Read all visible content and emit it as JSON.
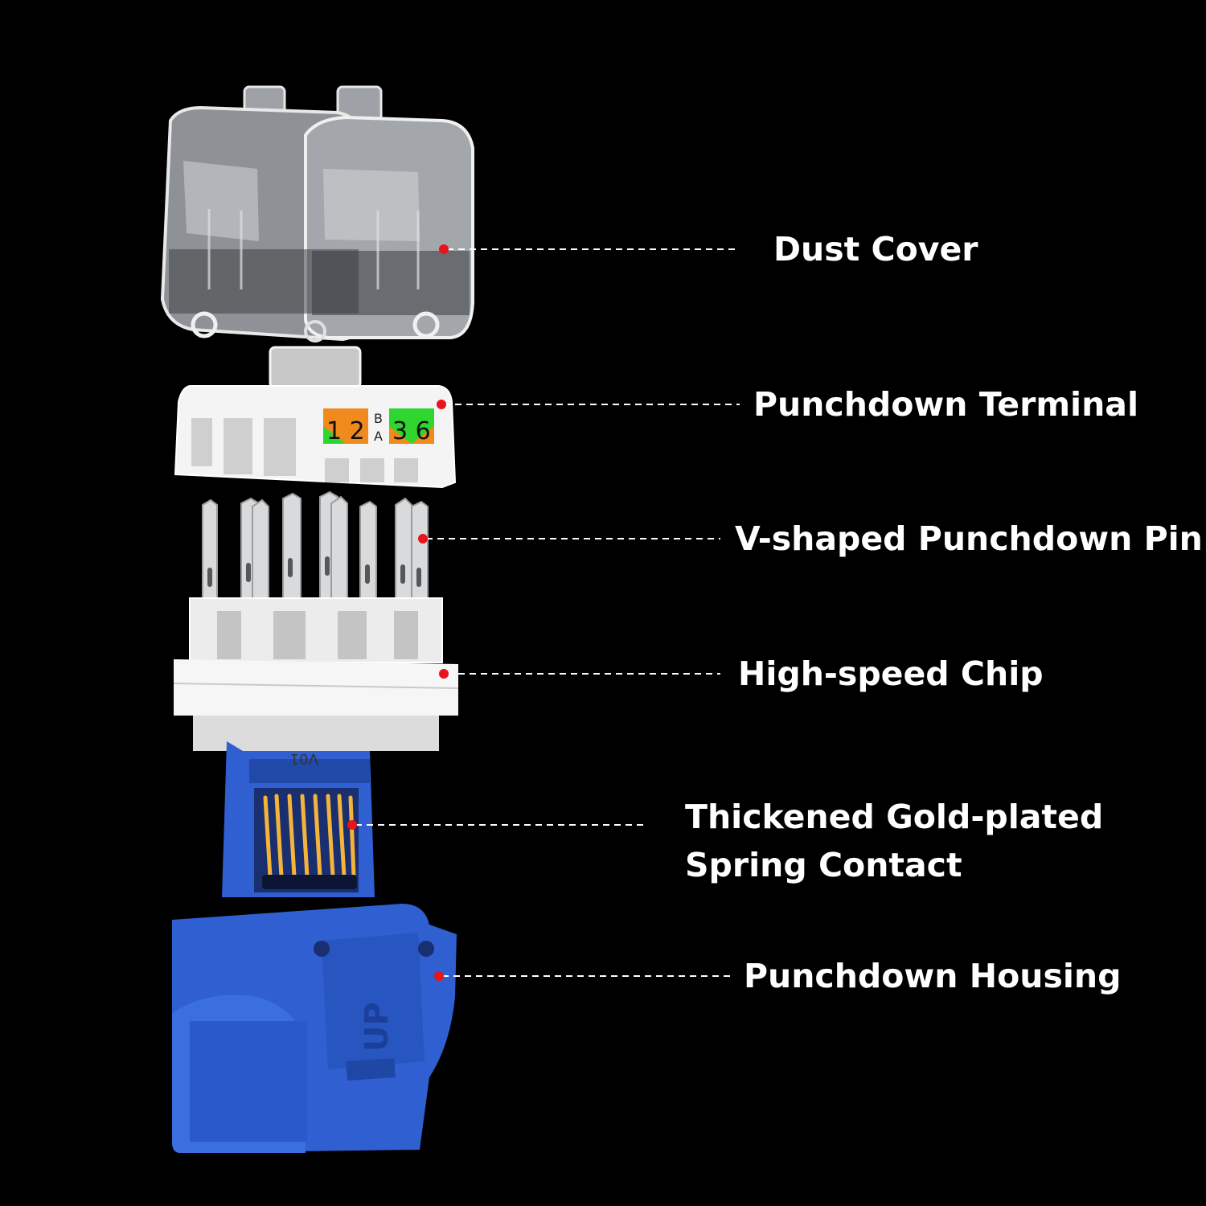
{
  "callouts": [
    {
      "id": "dust-cover",
      "label": "Dust Cover"
    },
    {
      "id": "punchdown-terminal",
      "label": "Punchdown Terminal"
    },
    {
      "id": "v-shaped-punchdown-pin",
      "label": "V-shaped Punchdown Pin"
    },
    {
      "id": "high-speed-chip",
      "label": "High-speed Chip"
    },
    {
      "id": "spring-contact",
      "label": "Thickened Gold-plated",
      "label_line2": "Spring Contact"
    },
    {
      "id": "punchdown-housing",
      "label": "Punchdown Housing"
    }
  ],
  "terminal_marking": {
    "left_numbers": "1 2",
    "right_numbers": "3 6",
    "code_top": "B",
    "code_bottom": "A"
  },
  "chip_marking": "V01",
  "housing_marking": "UP",
  "colors": {
    "background": "#000000",
    "label": "#ffffff",
    "leader_dot": "#e8141b",
    "housing_blue": "#2f5fd0",
    "terminal_orange": "#f08a1c",
    "terminal_green": "#2fd62f",
    "contact_gold": "#f4b43c"
  }
}
